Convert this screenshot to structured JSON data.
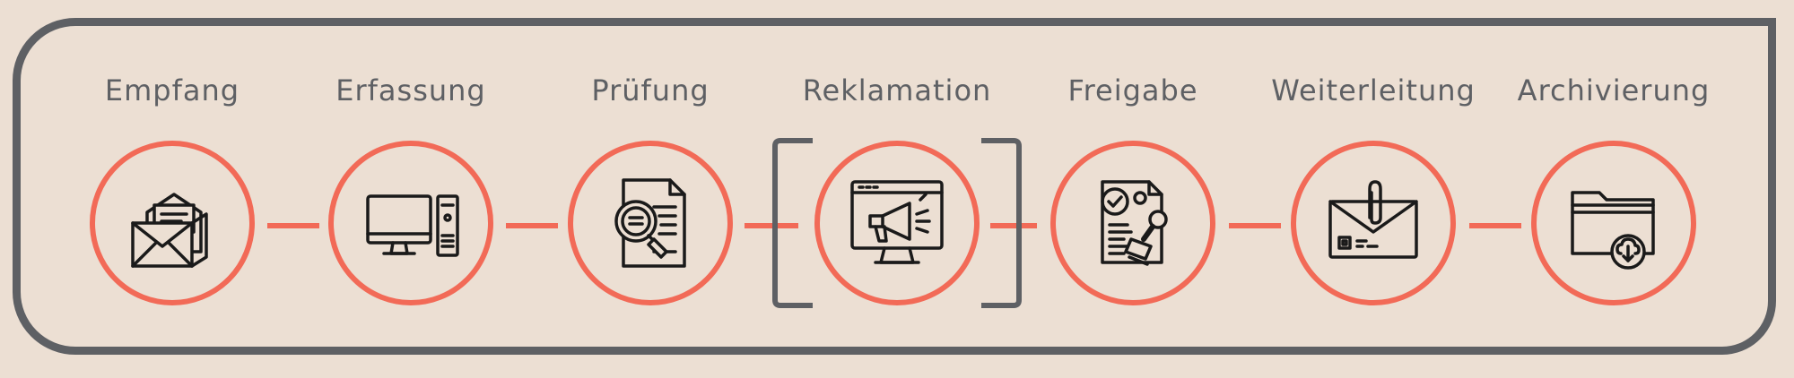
{
  "steps": [
    {
      "label": "Empfang",
      "icon": "open-envelope-icon"
    },
    {
      "label": "Erfassung",
      "icon": "desktop-computer-icon"
    },
    {
      "label": "Prüfung",
      "icon": "document-magnifier-icon"
    },
    {
      "label": "Reklamation",
      "icon": "monitor-megaphone-icon"
    },
    {
      "label": "Freigabe",
      "icon": "document-approval-stamp-icon"
    },
    {
      "label": "Weiterleitung",
      "icon": "envelope-paperclip-icon"
    },
    {
      "label": "Archivierung",
      "icon": "folder-download-icon"
    }
  ],
  "colors": {
    "accent": "#f26a57",
    "frame": "#5e6064",
    "background": "#ecdfd3",
    "icon": "#1a1a1a"
  },
  "highlighted_step": "Reklamation"
}
